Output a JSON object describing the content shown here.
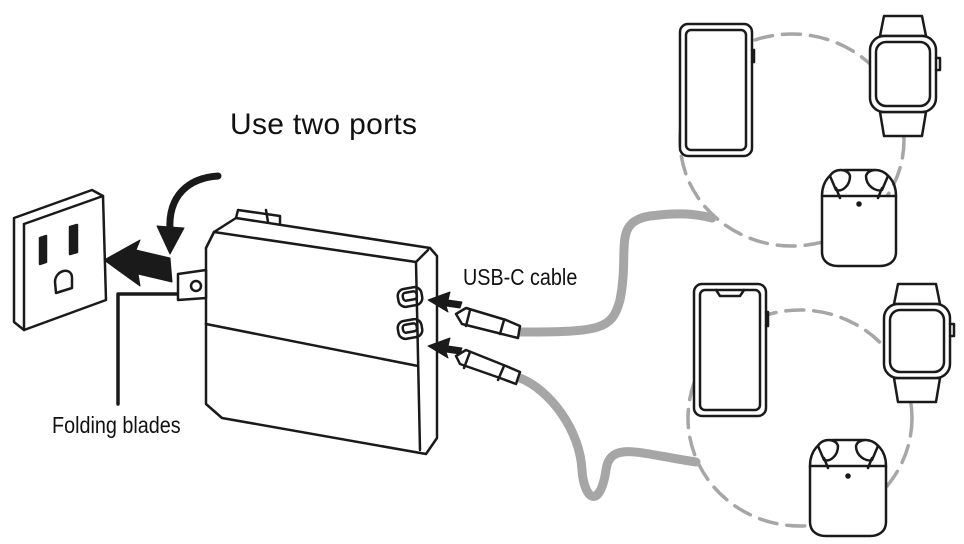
{
  "labels": {
    "title": "Use two ports",
    "cable": "USB-C cable",
    "blades": "Folding blades"
  },
  "colors": {
    "line": "#1a1a1a",
    "cable": "#a6a6a6",
    "dashed_circle": "#a6a6a6",
    "background": "#ffffff"
  },
  "icons": {
    "outlet": "wall-outlet-icon",
    "charger": "dual-usb-c-charger-icon",
    "phone": "smartphone-icon",
    "watch": "smartwatch-icon",
    "earbuds": "earbuds-case-icon"
  }
}
